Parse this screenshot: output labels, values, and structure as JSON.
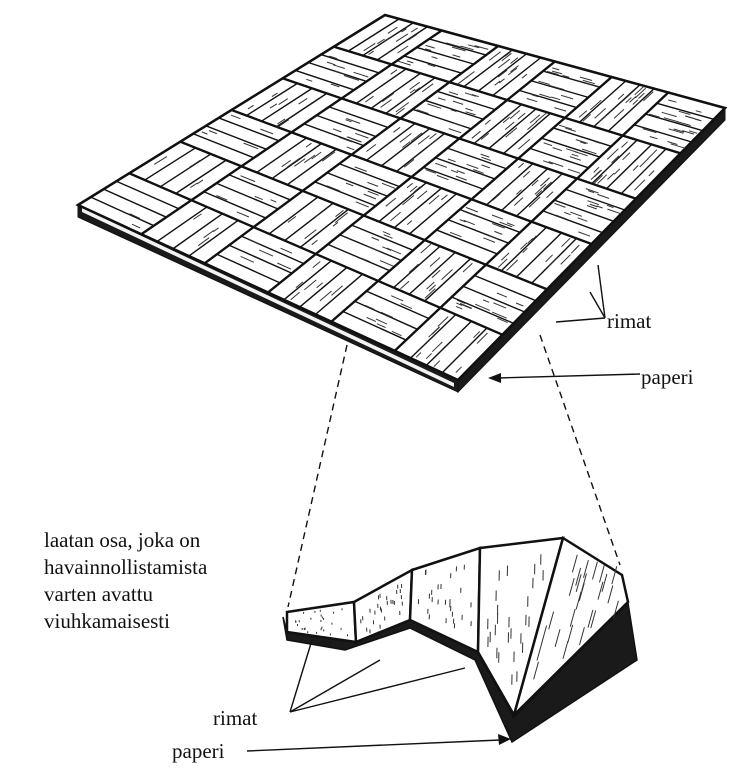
{
  "labels": {
    "rimat_top": "rimat",
    "paperi_top": "paperi",
    "caption_lines": [
      "laatan osa, joka on",
      "havainnollistamista",
      "varten avattu",
      "viuhkamaisesti"
    ],
    "rimat_bottom": "rimat",
    "paperi_bottom": "paperi"
  },
  "colors": {
    "ink": "#111111",
    "wood": "#ffffff",
    "grain": "#333333",
    "edge": "#1a1a1a"
  }
}
